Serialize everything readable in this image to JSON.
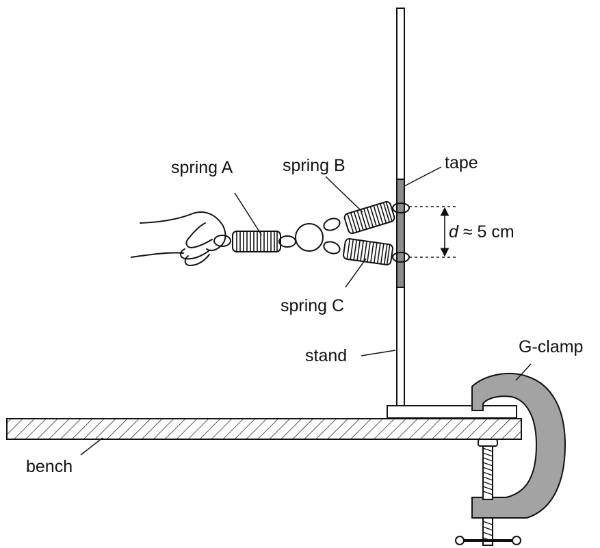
{
  "colors": {
    "ink": "#111111",
    "tape_fill": "#8c8c8c",
    "clamp_fill": "#a3a3a3",
    "background": "#ffffff"
  },
  "labels": {
    "spring_a": "spring A",
    "spring_b": "spring B",
    "spring_c": "spring C",
    "tape": "tape",
    "stand": "stand",
    "g_clamp": "G-clamp",
    "bench": "bench",
    "d_symbol": "d",
    "d_value": " ≈ 5 cm"
  },
  "icons": [
    "hand-icon",
    "spring-coil-icon",
    "ring-icon",
    "g-clamp-icon"
  ]
}
